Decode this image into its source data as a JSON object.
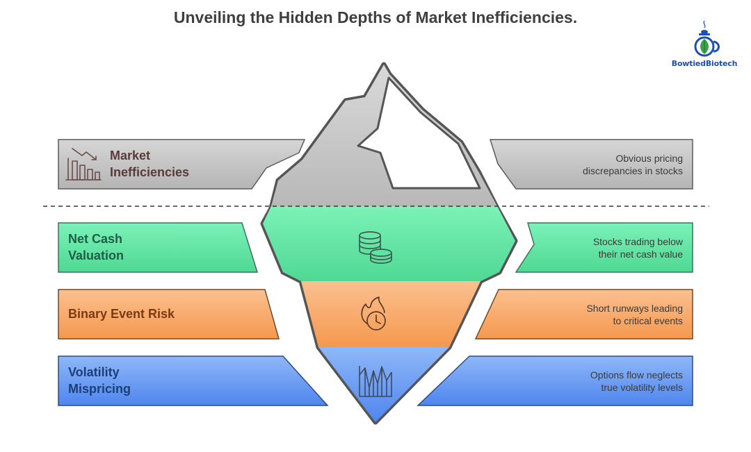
{
  "title": "Unveiling the Hidden Depths of Market Inefficiencies.",
  "logo": {
    "text": "BowtiedBiotech",
    "icon": "teapot-leaf-logo",
    "color": "#1f4fb0"
  },
  "layers": [
    {
      "id": "market-inefficiencies",
      "label_lines": [
        "Market",
        "Inefficiencies"
      ],
      "description_lines": [
        "Obvious pricing",
        "discrepancies in stocks"
      ],
      "icon": "declining-bar-chart-icon",
      "color": "#c9c9c9",
      "label_color": "#5a3a3a"
    },
    {
      "id": "net-cash-valuation",
      "label_lines": [
        "Net Cash",
        "Valuation"
      ],
      "description_lines": [
        "Stocks trading below",
        "their net cash value"
      ],
      "icon": "coin-stack-icon",
      "color": "#5fe3a1",
      "label_color": "#1e5e48"
    },
    {
      "id": "binary-event-risk",
      "label_lines": [
        "Binary Event Risk"
      ],
      "description_lines": [
        "Short runways leading",
        "to critical events"
      ],
      "icon": "clock-flame-icon",
      "color": "#f7a869",
      "label_color": "#7a3a12"
    },
    {
      "id": "volatility-mispricing",
      "label_lines": [
        "Volatility",
        "Mispricing"
      ],
      "description_lines": [
        "Options flow neglects",
        "true volatility levels"
      ],
      "icon": "volatility-chart-icon",
      "color": "#6b9df2",
      "label_color": "#1d3f78"
    }
  ]
}
